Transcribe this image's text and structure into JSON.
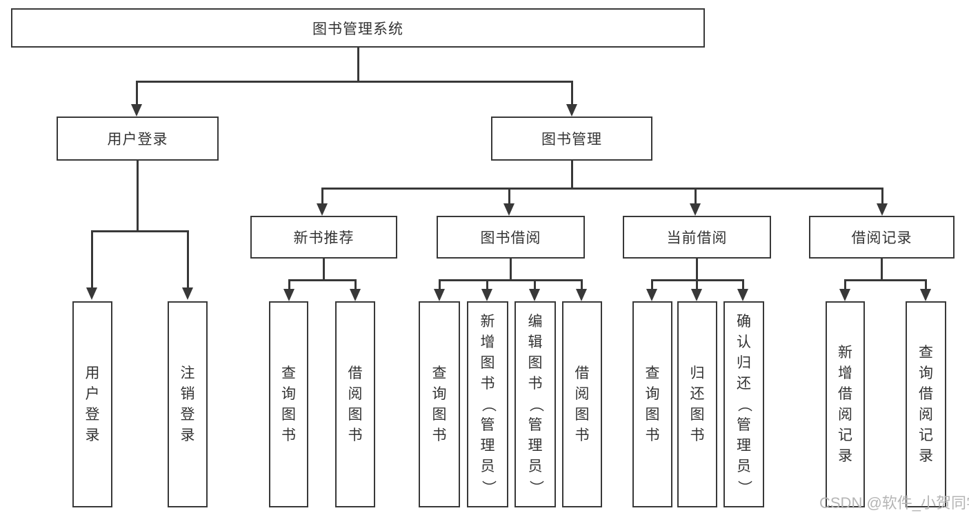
{
  "diagram": {
    "title": "图书管理系统",
    "level2": {
      "user_login": "用户登录",
      "book_mgmt": "图书管理"
    },
    "level3": {
      "new_books": "新书推荐",
      "borrow": "图书借阅",
      "current": "当前借阅",
      "records": "借阅记录"
    },
    "leaves": {
      "user_login": [
        "用户登录",
        "注销登录"
      ],
      "new_books": [
        "查询图书",
        "借阅图书"
      ],
      "borrow": [
        "查询图书",
        "新增图书（管理员）",
        "编辑图书（管理员）",
        "借阅图书"
      ],
      "current": [
        "查询图书",
        "归还图书",
        "确认归还（管理员）"
      ],
      "records": [
        "新增借阅记录",
        "查询借阅记录"
      ]
    }
  },
  "watermark": {
    "text": "CSDN @软件_小贺同学"
  },
  "colors": {
    "line": "#383838",
    "text": "#333333",
    "watermark": "#b5b5b5",
    "background": "#ffffff"
  }
}
